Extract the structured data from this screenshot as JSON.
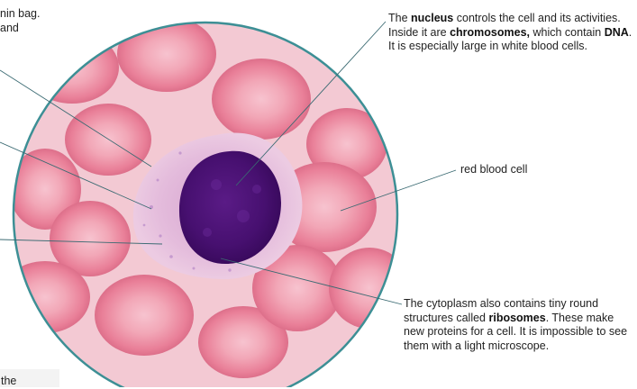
{
  "labels": {
    "top_left": {
      "line1": "nin bag.",
      "line2": "and"
    },
    "nucleus": {
      "t1": "The ",
      "b1": "nucleus",
      "t2": " controls the cell and its activities. Inside it are ",
      "b2": "chromosomes,",
      "t3": " which contain ",
      "b3": "DNA",
      "t4": ". It is especially large in white blood cells."
    },
    "red_blood_cell": "red blood cell",
    "ribosomes": {
      "t1": "The cytoplasm also contains tiny round structures called ",
      "b1": "ribosomes",
      "t2": ". These make new proteins for a cell. It is impossible to see them with a light microscope."
    },
    "bottom_left": "the"
  },
  "colors": {
    "background": "#ffffff",
    "field_pink": "#f3c9d3",
    "field_rim": "#3d8f95",
    "rbc_fill": "#ee8ea2",
    "rbc_center": "#f7c3cf",
    "cytoplasm": "#e2b3d6",
    "nucleus": "#4b1173",
    "leader_line": "#3a6a72"
  }
}
